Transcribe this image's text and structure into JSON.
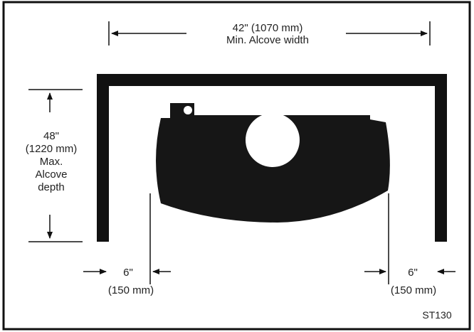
{
  "width_dimension": {
    "value": "42\" (1070 mm)",
    "caption": "Min. Alcove width"
  },
  "depth_dimension": {
    "value_in": "48\"",
    "value_mm": "(1220 mm)",
    "caption_line1": "Max.",
    "caption_line2": "Alcove",
    "caption_line3": "depth"
  },
  "left_clearance": {
    "value_in": "6\"",
    "value_mm": "(150 mm)"
  },
  "right_clearance": {
    "value_in": "6\"",
    "value_mm": "(150 mm)"
  },
  "drawing_code": "ST130"
}
